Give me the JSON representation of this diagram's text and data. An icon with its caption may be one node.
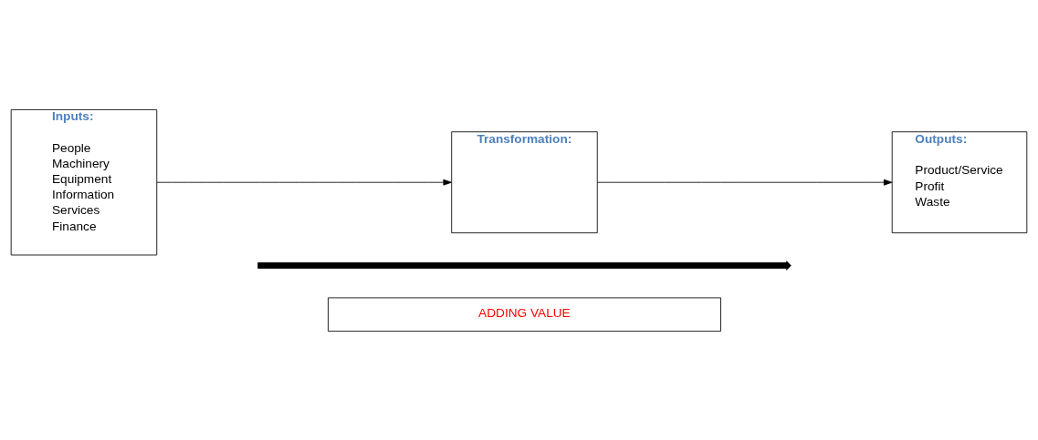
{
  "diagram": {
    "nodes": [
      {
        "text": [
          "Inputs:",
          "People",
          "Machinery",
          "Equipment",
          "Information",
          "Services",
          "Finance"
        ]
      },
      {
        "text": [
          "Transformation:"
        ]
      },
      {
        "text": [
          "Outputs:",
          "Product/Service",
          "Profit",
          "Waste"
        ]
      },
      {
        "text": [],
        "shape": "arrow"
      },
      {
        "text": [
          "ADDING VALUE"
        ]
      }
    ],
    "edges": [
      {
        "from": 0,
        "to": 1,
        "arrow": "to"
      },
      {
        "from": 1,
        "to": 2,
        "arrow": "to"
      }
    ]
  }
}
